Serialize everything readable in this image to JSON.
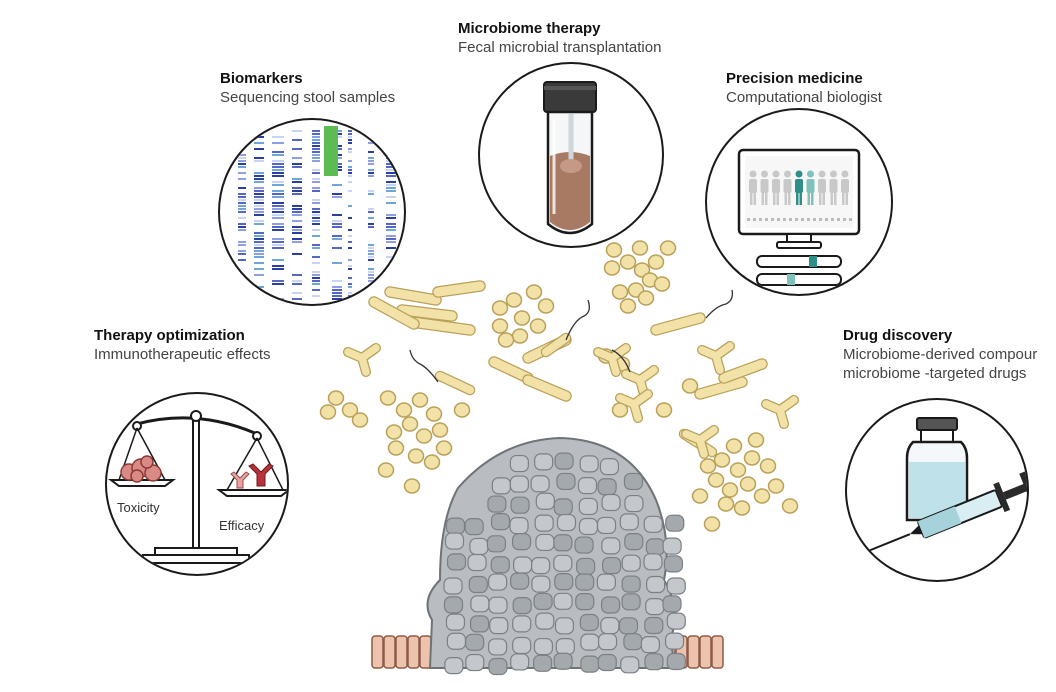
{
  "panels": {
    "microbiome": {
      "title": "Microbiome therapy",
      "subtitle": "Fecal microbial transplantation",
      "icon": "fecal-tube-icon"
    },
    "biomarkers": {
      "title": "Biomarkers",
      "subtitle": "Sequencing stool samples",
      "icon": "sequencing-heatmap-icon"
    },
    "precision": {
      "title": "Precision medicine",
      "subtitle": "Computational biologist",
      "icon": "computer-monitor-icon"
    },
    "therapy": {
      "title": "Therapy optimization",
      "subtitle": "Immunotherapeutic effects",
      "icon": "balance-scale-icon",
      "left_pan_label": "Toxicity",
      "right_pan_label": "Efficacy"
    },
    "drug": {
      "title": "Drug discovery",
      "subtitle_line1": "Microbiome-derived compour",
      "subtitle_line2": "microbiome -targeted drugs",
      "icon": "vial-syringe-icon"
    }
  },
  "colors": {
    "outline": "#1a1a1a",
    "bacteria_fill": "#f3e2a8",
    "bacteria_stroke": "#b9a15a",
    "tumor_fill": "#b9bdc2",
    "tissue_fill": "#eec3ad",
    "stool": "#a87a63",
    "highlight_teal": "#2e8f88"
  }
}
